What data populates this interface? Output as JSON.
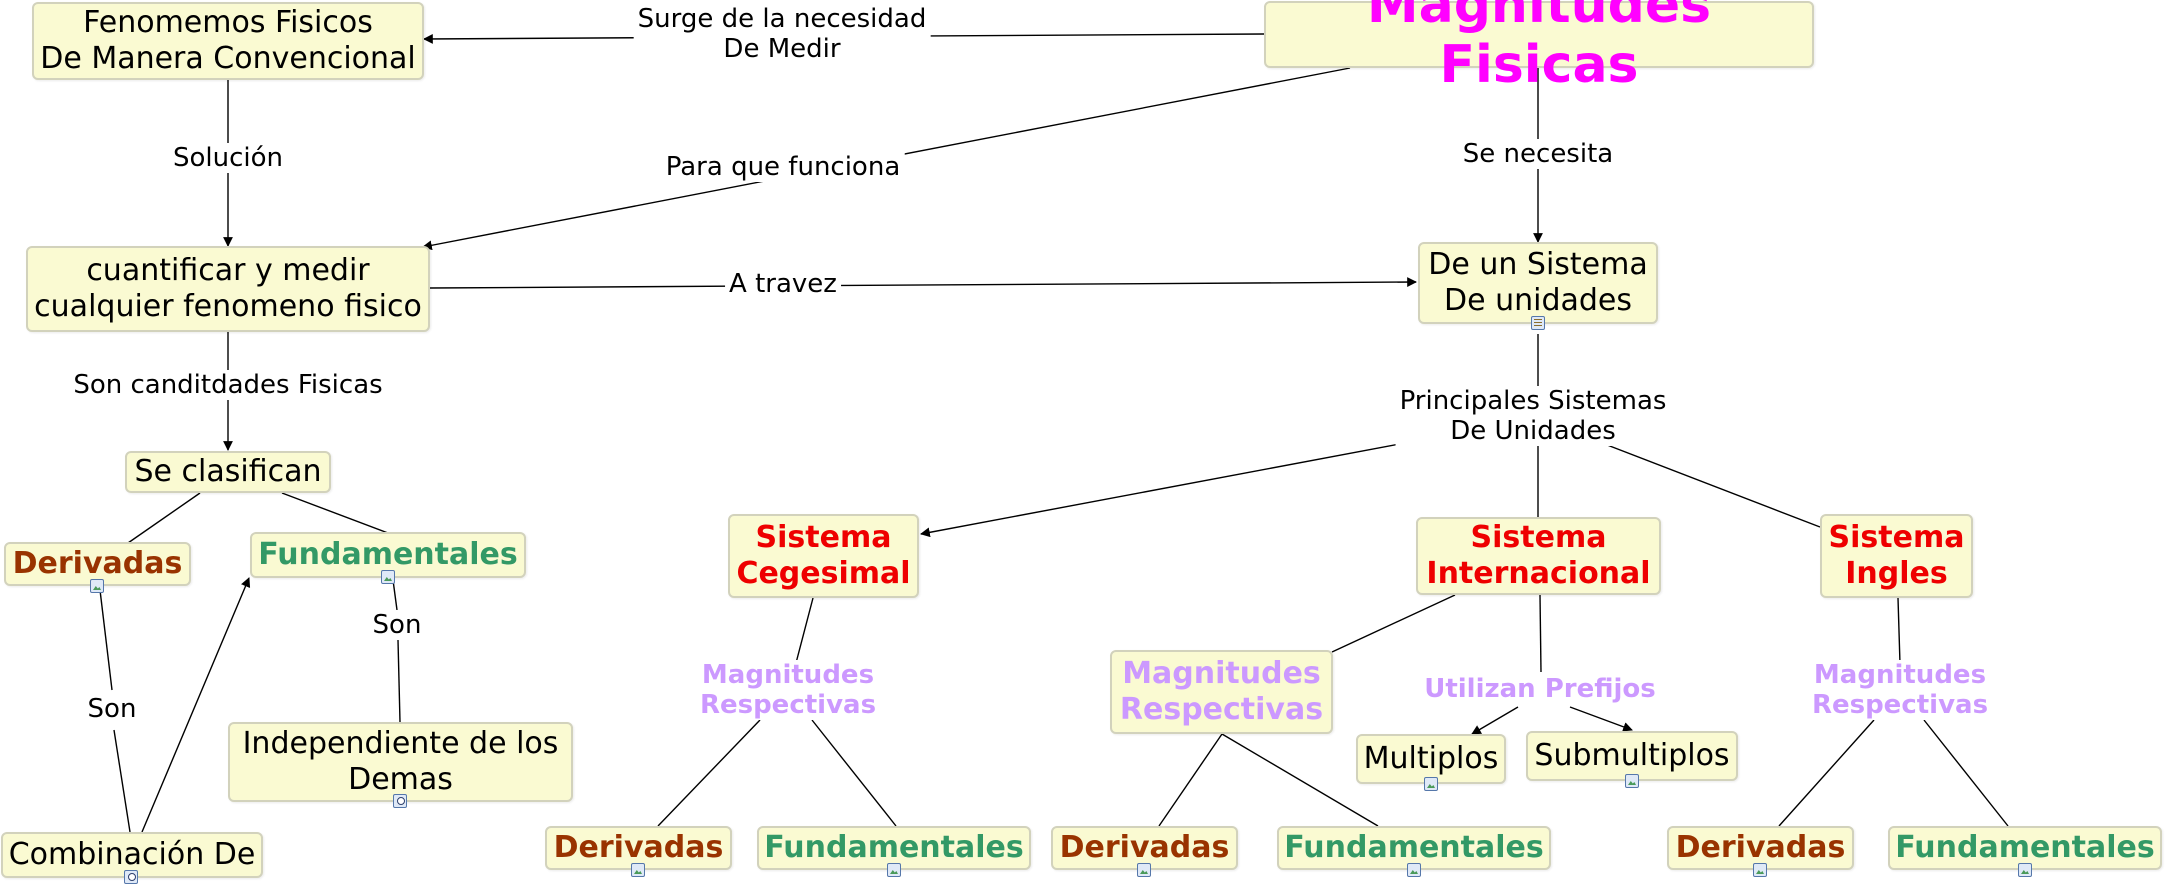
{
  "nodes": {
    "magnitudes_fisicas": "Magnitudes Fisicas",
    "fenomenos": "Fenomemos Fisicos\nDe Manera Convencional",
    "cuantificar": "cuantificar y medir\ncualquier fenomeno fisico",
    "sistema_unidades": "De un Sistema\nDe unidades",
    "se_clasifican": "Se clasifican",
    "derivadas_left": "Derivadas",
    "fundamentales_left": "Fundamentales",
    "independiente": "Independiente de los\nDemas",
    "combinacion": "Combinación De",
    "cegesimal": "Sistema\nCegesimal",
    "internacional": "Sistema\nInternacional",
    "ingles": "Sistema\nIngles",
    "magnitudes_respectivas_si": "Magnitudes\nRespectivas",
    "multiplos": "Multiplos",
    "submultiplos": "Submultiplos",
    "derivadas_cgs": "Derivadas",
    "fundamentales_cgs": "Fundamentales",
    "derivadas_si": "Derivadas",
    "fundamentales_si": "Fundamentales",
    "derivadas_ing": "Derivadas",
    "fundamentales_ing": "Fundamentales"
  },
  "edge_labels": {
    "surge": "Surge de la necesidad\nDe Medir",
    "solucion": "Solución",
    "para_que": "Para que funciona",
    "se_necesita": "Se necesita",
    "a_travez": "A travez",
    "son_cantidades": "Son canditdades Fisicas",
    "principales": "Principales Sistemas\nDe Unidades",
    "son_left": "Son",
    "son_right": "Son",
    "magnitudes_cgs": "Magnitudes\nRespectivas",
    "utilizan_prefijos": "Utilizan Prefijos",
    "magnitudes_ing": "Magnitudes\nRespectivas"
  },
  "resource_icons": {
    "sistema_unidades": "document-icon",
    "derivadas_left": "image-icon",
    "fundamentales_left": "image-icon",
    "independiente": "concept-map-icon",
    "combinacion": "concept-map-icon",
    "multiplos": "image-icon",
    "submultiplos": "image-icon",
    "derivadas_cgs": "image-icon",
    "fundamentales_cgs": "image-icon",
    "derivadas_si": "image-icon",
    "fundamentales_si": "image-icon",
    "derivadas_ing": "image-icon",
    "fundamentales_ing": "image-icon"
  },
  "colors": {
    "node_fill": "#fafad2",
    "node_border": "#d2d2bc",
    "title": "#ff00ff",
    "system": "#ee0000",
    "derivadas": "#993300",
    "fundamentales": "#339966",
    "magnitudes": "#cc99ff",
    "line": "#000000"
  }
}
